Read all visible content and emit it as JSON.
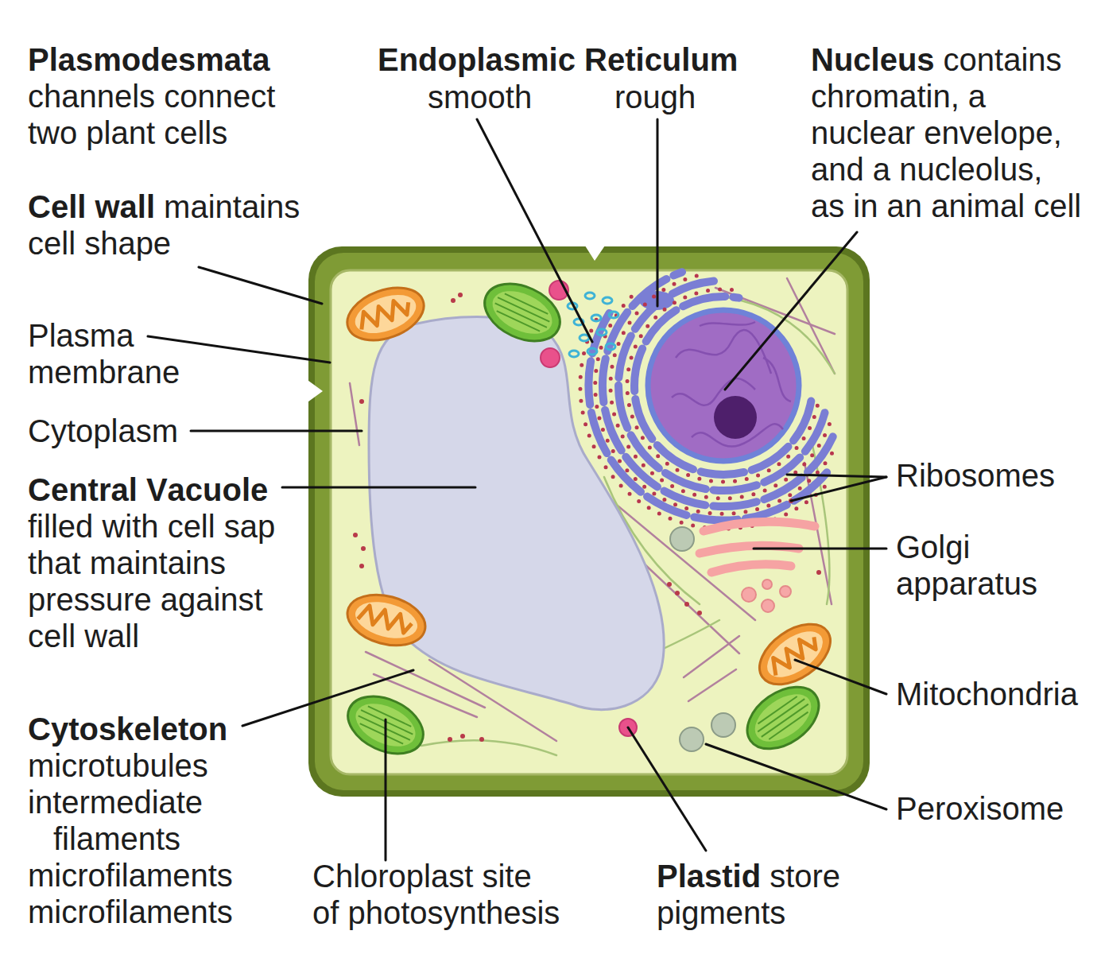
{
  "diagram": {
    "labels": [
      "Plasmodesmata",
      "channels connect two plant cells",
      "Endoplasmic Reticulum",
      "smooth",
      "rough",
      "Nucleus",
      "contains chromatin, a nuclear envelope, and a nucleolus, as in an animal cell",
      "Cell wall",
      "maintains cell shape",
      "Plasma membrane",
      "Cytoplasm",
      "Central Vacuole",
      "filled with cell sap that maintains pressure against cell wall",
      "Ribosomes",
      "Golgi apparatus",
      "Mitochondria",
      "Cytoskeleton",
      "microtubules",
      "intermediate filaments",
      "microfilaments",
      "microfilaments",
      "Chloroplast site of photosynthesis",
      "Peroxisome",
      "Plastid",
      "store pigments"
    ]
  }
}
